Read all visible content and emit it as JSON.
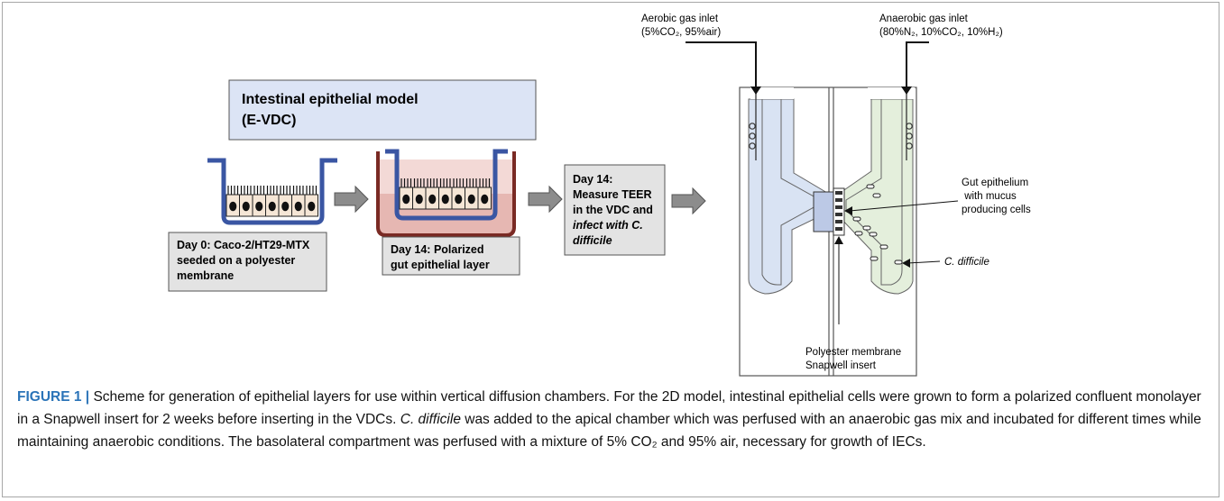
{
  "title_box": {
    "line1": "Intestinal epithelial model",
    "line2": "(E-VDC)"
  },
  "steps": [
    {
      "label_lines": [
        "Day 0: Caco-2/HT29-MTX",
        "seeded on a polyester",
        "membrane"
      ]
    },
    {
      "label_lines": [
        "Day 14: Polarized",
        "gut epithelial layer"
      ]
    },
    {
      "label_lines": [
        "Day 14:",
        "Measure TEER",
        "in the VDC and",
        "infect with C.",
        "difficile"
      ]
    }
  ],
  "inlets": {
    "aerobic": {
      "line1": "Aerobic gas inlet",
      "line2": "(5%CO₂, 95%air)"
    },
    "anaerobic": {
      "line1": "Anaerobic gas inlet",
      "line2": "(80%N₂, 10%CO₂, 10%H₂)"
    }
  },
  "annotations": {
    "gut_epithelium": [
      "Gut epithelium",
      " with mucus",
      "producing cells"
    ],
    "c_difficile": "C. difficile",
    "membrane": [
      "Polyester membrane",
      "Snapwell insert"
    ]
  },
  "caption": {
    "label": "FIGURE 1 |",
    "text1": " Scheme for generation of epithelial layers for use within vertical diffusion chambers. For the 2D model, intestinal epithelial cells were grown to form a polarized confluent monolayer in a Snapwell insert for 2 weeks before inserting in the VDCs. ",
    "italic": "C. difficile",
    "text2": " was added to the apical chamber which was perfused with an anaerobic gas mix and incubated for different times while maintaining anaerobic conditions. The basolateral compartment was perfused with a mixture of 5% CO₂ and 95% air, necessary for growth of IECs."
  },
  "colors": {
    "title_fill": "#dce4f5",
    "label_fill": "#e3e3e3",
    "insert_blue": "#3a56a3",
    "well_red": "#7a2a24",
    "medium_pink": "#e6b7b2",
    "chamber_blue": "#d9e3f3",
    "chamber_green": "#e4efdc",
    "arrow_gray": "#8c8c8c",
    "caption_label": "#2b74b8"
  }
}
